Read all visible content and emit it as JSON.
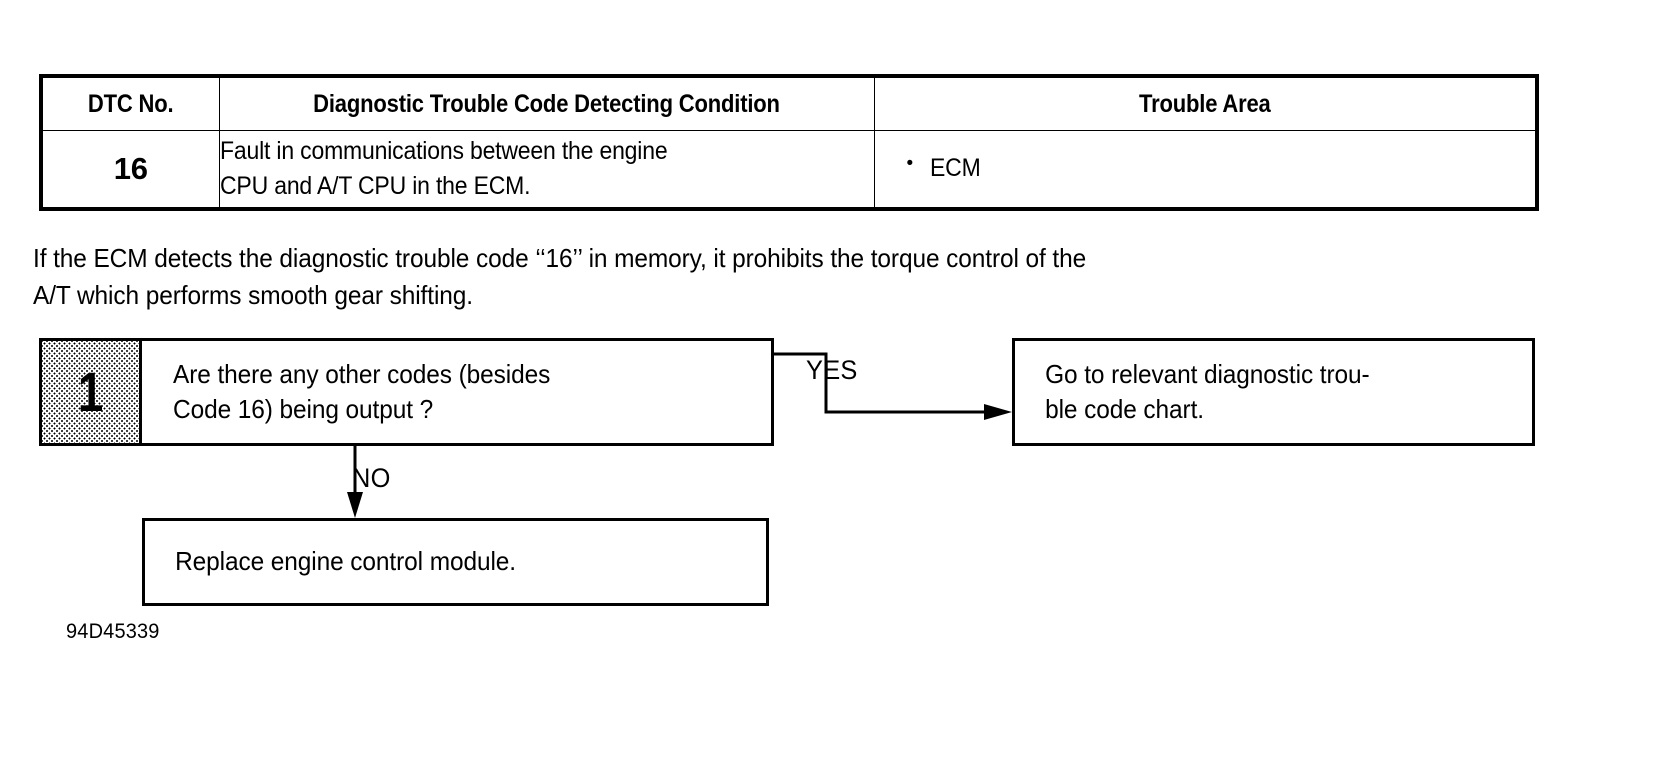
{
  "table": {
    "headers": [
      "DTC No.",
      "Diagnostic Trouble Code Detecting Condition",
      "Trouble Area"
    ],
    "rows": [
      {
        "dtc_no": "16",
        "condition_line1": "Fault in communications between the engine",
        "condition_line2": "CPU and A/T CPU in the ECM.",
        "trouble_area_bullet": "•",
        "trouble_area": "ECM"
      }
    ]
  },
  "intro": {
    "line1": "If the ECM detects the diagnostic trouble code ‘‘16’’ in memory, it prohibits the torque control of the",
    "line2": "A/T which performs smooth gear shifting."
  },
  "flowchart": {
    "step1": {
      "number": "1",
      "question_line1": "Are there any other codes (besides",
      "question_line2": "Code 16) being output ?"
    },
    "yes_label": "YES",
    "no_label": "NO",
    "yes_result": {
      "line1": "Go to relevant diagnostic trou-",
      "line2": "ble code chart."
    },
    "no_result": {
      "line1": "Replace engine control module."
    }
  },
  "footer": {
    "figure_id": "94D45339"
  }
}
